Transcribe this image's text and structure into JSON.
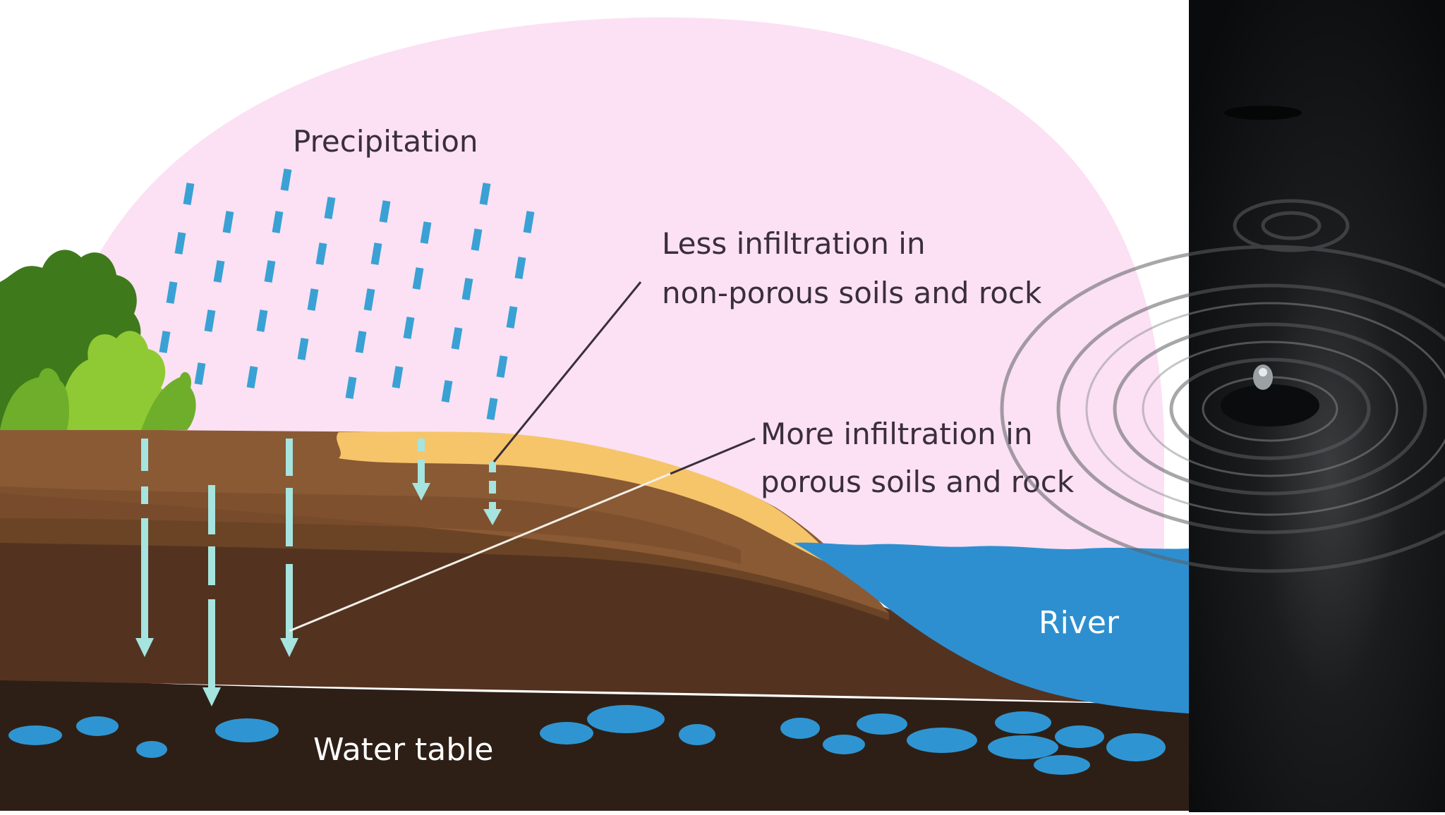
{
  "labels": {
    "precipitation": "Precipitation",
    "less_line1": "Less infiltration in",
    "less_line2": "non-porous soils and rock",
    "more_line1": "More infiltration in",
    "more_line2": "porous soils and rock",
    "river": "River",
    "water_table": "Water table"
  },
  "colors": {
    "sky": "#fbe1f3",
    "rain": "#3aa1d4",
    "infiltration_arrow": "#a5e4df",
    "topsoil": "#8a5a35",
    "subsoil": "#6b4426",
    "deep_soil": "#533320",
    "bedrock": "#2e1f16",
    "sand": "#f6c56a",
    "river": "#2e8fd0",
    "groundwater": "#2f95d2",
    "bush_dark": "#3e7a1c",
    "bush_light": "#8fca35",
    "label_text": "#3a2e3a",
    "water_text": "#ffffff",
    "photo_bg": "#0e0f10"
  }
}
